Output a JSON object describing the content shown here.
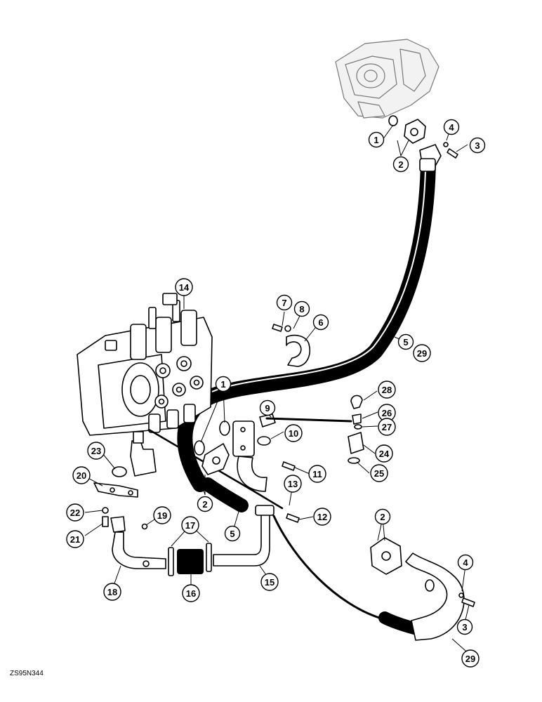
{
  "figure_code": "ZS95N344",
  "callouts": [
    {
      "id": "c1a",
      "label": "1"
    },
    {
      "id": "c2a",
      "label": "2"
    },
    {
      "id": "c3a",
      "label": "3"
    },
    {
      "id": "c4a",
      "label": "4"
    },
    {
      "id": "c14",
      "label": "14"
    },
    {
      "id": "c7",
      "label": "7"
    },
    {
      "id": "c8",
      "label": "8"
    },
    {
      "id": "c6",
      "label": "6"
    },
    {
      "id": "c5a",
      "label": "5"
    },
    {
      "id": "c29a",
      "label": "29"
    },
    {
      "id": "c1b",
      "label": "1"
    },
    {
      "id": "c9",
      "label": "9"
    },
    {
      "id": "c10",
      "label": "10"
    },
    {
      "id": "c28",
      "label": "28"
    },
    {
      "id": "c26",
      "label": "26"
    },
    {
      "id": "c27",
      "label": "27"
    },
    {
      "id": "c24",
      "label": "24"
    },
    {
      "id": "c25",
      "label": "25"
    },
    {
      "id": "c23",
      "label": "23"
    },
    {
      "id": "c20",
      "label": "20"
    },
    {
      "id": "c11",
      "label": "11"
    },
    {
      "id": "c13",
      "label": "13"
    },
    {
      "id": "c2b",
      "label": "2"
    },
    {
      "id": "c12",
      "label": "12"
    },
    {
      "id": "c22",
      "label": "22"
    },
    {
      "id": "c19",
      "label": "19"
    },
    {
      "id": "c21",
      "label": "21"
    },
    {
      "id": "c17",
      "label": "17"
    },
    {
      "id": "c5b",
      "label": "5"
    },
    {
      "id": "c2c",
      "label": "2"
    },
    {
      "id": "c4b",
      "label": "4"
    },
    {
      "id": "c18",
      "label": "18"
    },
    {
      "id": "c16",
      "label": "16"
    },
    {
      "id": "c15",
      "label": "15"
    },
    {
      "id": "c3b",
      "label": "3"
    },
    {
      "id": "c29b",
      "label": "29"
    }
  ]
}
